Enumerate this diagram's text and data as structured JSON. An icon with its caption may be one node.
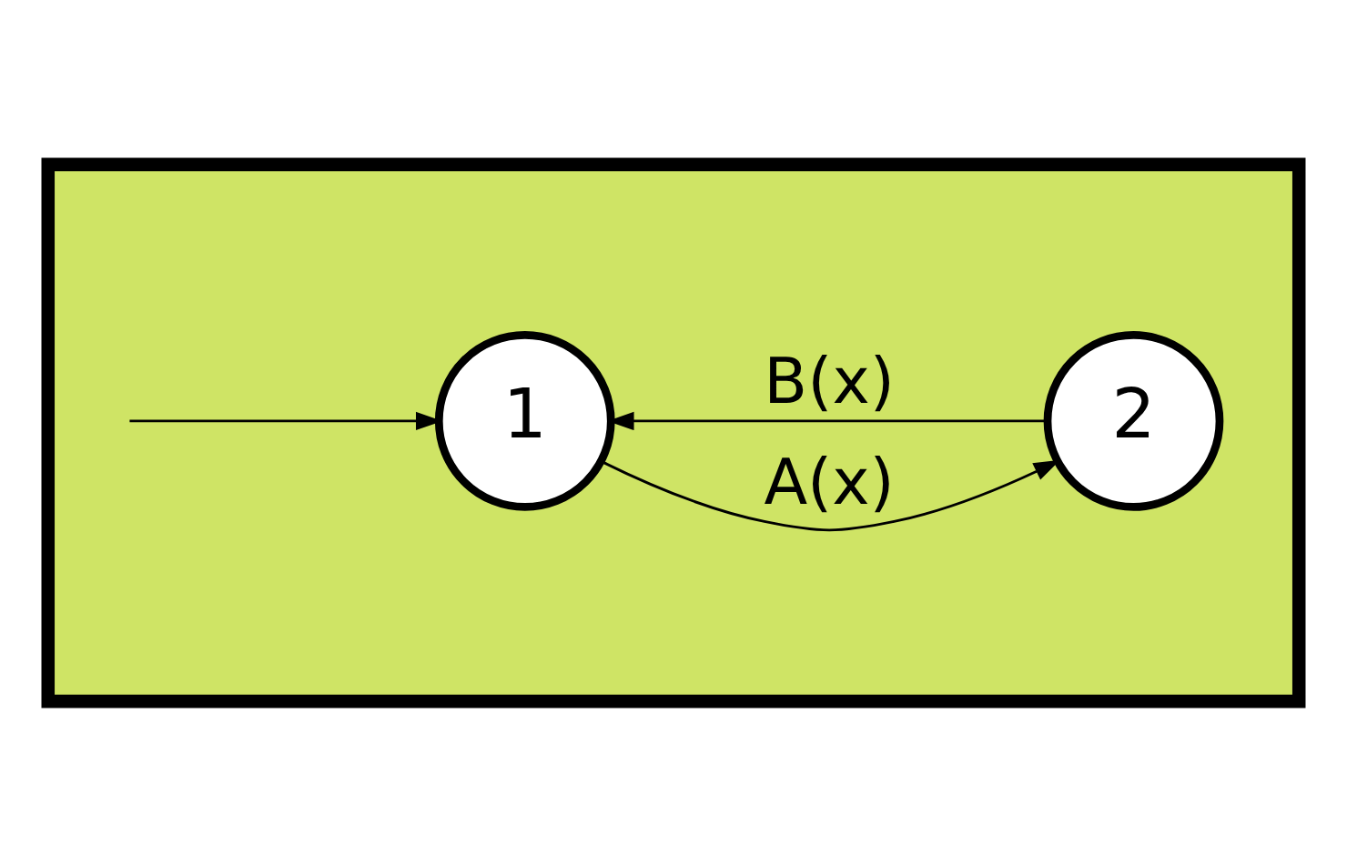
{
  "diagram": {
    "nodes": [
      {
        "text": [],
        "shape": "box"
      },
      {
        "text": [
          "1"
        ],
        "in": 0
      },
      {
        "text": [
          "2"
        ],
        "in": 0
      }
    ],
    "edges": [
      {
        "from": null,
        "to": 1,
        "arrow": "to"
      },
      {
        "from": 1,
        "to": 2,
        "arrow": "to",
        "label": "A(x)"
      },
      {
        "from": 2,
        "to": 1,
        "arrow": "to",
        "label": "B(x)"
      }
    ]
  }
}
